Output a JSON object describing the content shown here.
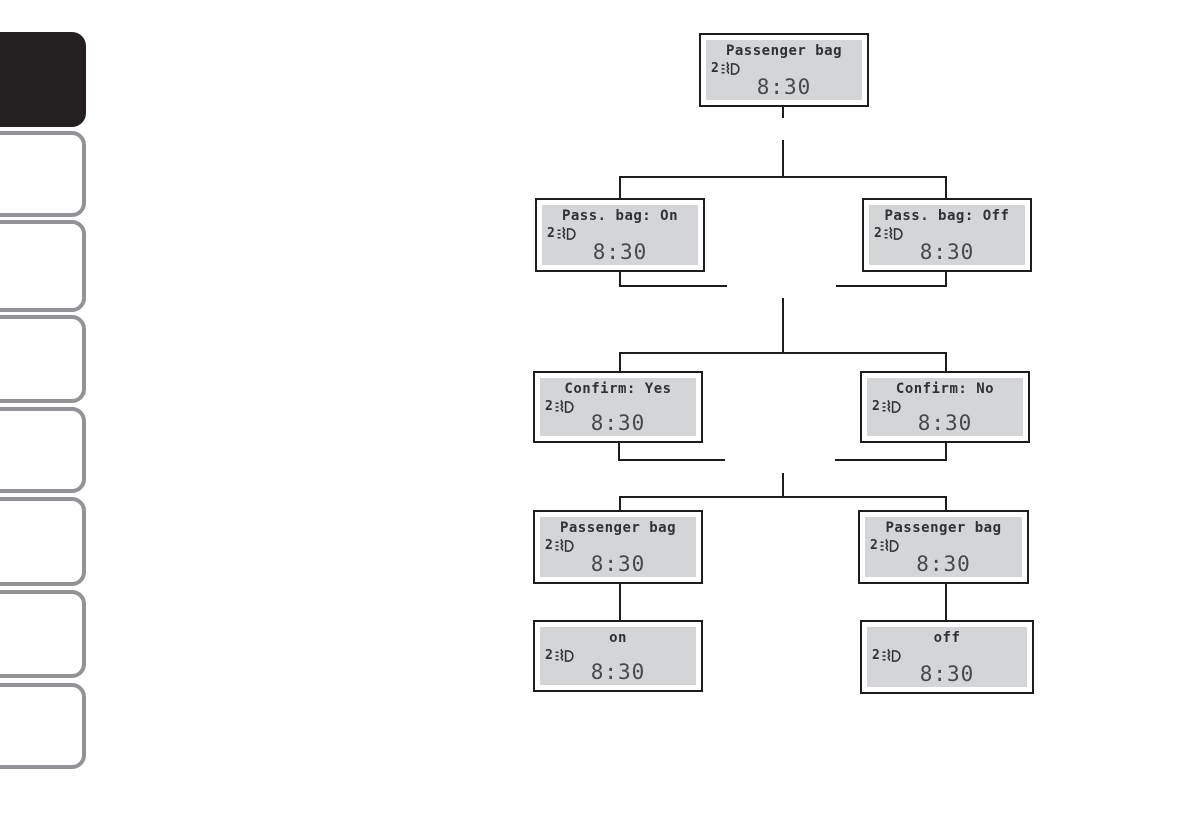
{
  "sidebar": {
    "tabs": [
      {
        "id": "tab-1",
        "active": true
      },
      {
        "id": "tab-2",
        "active": false
      },
      {
        "id": "tab-3",
        "active": false
      },
      {
        "id": "tab-4",
        "active": false
      },
      {
        "id": "tab-5",
        "active": false
      },
      {
        "id": "tab-6",
        "active": false
      },
      {
        "id": "tab-7",
        "active": false
      },
      {
        "id": "tab-8",
        "active": false
      }
    ]
  },
  "flowchart": {
    "screens": [
      {
        "id": "menu-passenger-bag",
        "title": "Passenger bag",
        "indicator": "2",
        "icon": "front-fog-light-icon",
        "time": "8:30"
      },
      {
        "id": "pass-bag-on",
        "title": "Pass. bag: On",
        "indicator": "2",
        "icon": "front-fog-light-icon",
        "time": "8:30"
      },
      {
        "id": "pass-bag-off",
        "title": "Pass. bag: Off",
        "indicator": "2",
        "icon": "front-fog-light-icon",
        "time": "8:30"
      },
      {
        "id": "confirm-yes",
        "title": "Confirm: Yes",
        "indicator": "2",
        "icon": "front-fog-light-icon",
        "time": "8:30"
      },
      {
        "id": "confirm-no",
        "title": "Confirm: No",
        "indicator": "2",
        "icon": "front-fog-light-icon",
        "time": "8:30"
      },
      {
        "id": "passenger-bag-left",
        "title": "Passenger bag",
        "indicator": "2",
        "icon": "front-fog-light-icon",
        "time": "8:30"
      },
      {
        "id": "passenger-bag-right",
        "title": "Passenger bag",
        "indicator": "2",
        "icon": "front-fog-light-icon",
        "time": "8:30"
      },
      {
        "id": "result-on",
        "title": "on",
        "indicator": "2",
        "icon": "front-fog-light-icon",
        "time": "8:30"
      },
      {
        "id": "result-off",
        "title": "off",
        "indicator": "2",
        "icon": "front-fog-light-icon",
        "time": "8:30"
      }
    ],
    "colors": {
      "lcd_background": "#d4d5d7",
      "lcd_text": "#303134",
      "connector_line": "#1d1d1f",
      "tab_border": "#919396",
      "tab_active_fill": "#241f20"
    }
  }
}
